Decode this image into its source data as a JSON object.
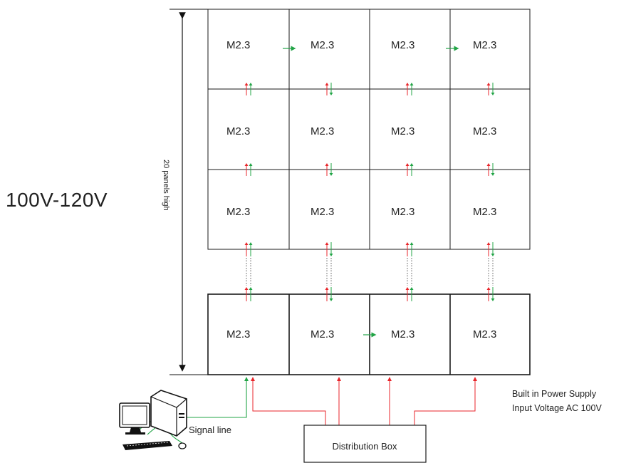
{
  "voltage_label": "100V-120V",
  "height_dimension_label": "20 panels high",
  "panel_label": "M2.3",
  "signal_line_label": "Signal line",
  "distribution_box_label": "Distribution Box",
  "power_note": {
    "line1": "Built in Power Supply",
    "line2": "Input Voltage AC 100V"
  },
  "grid": {
    "columns": 4,
    "top_rows": 3,
    "bottom_rows": 1
  },
  "colors": {
    "outline": "#1a1a1a",
    "power_line": "#e8262b",
    "signal_line": "#21a446"
  },
  "icons": [
    "computer-icon",
    "keyboard-icon",
    "mouse-icon"
  ]
}
